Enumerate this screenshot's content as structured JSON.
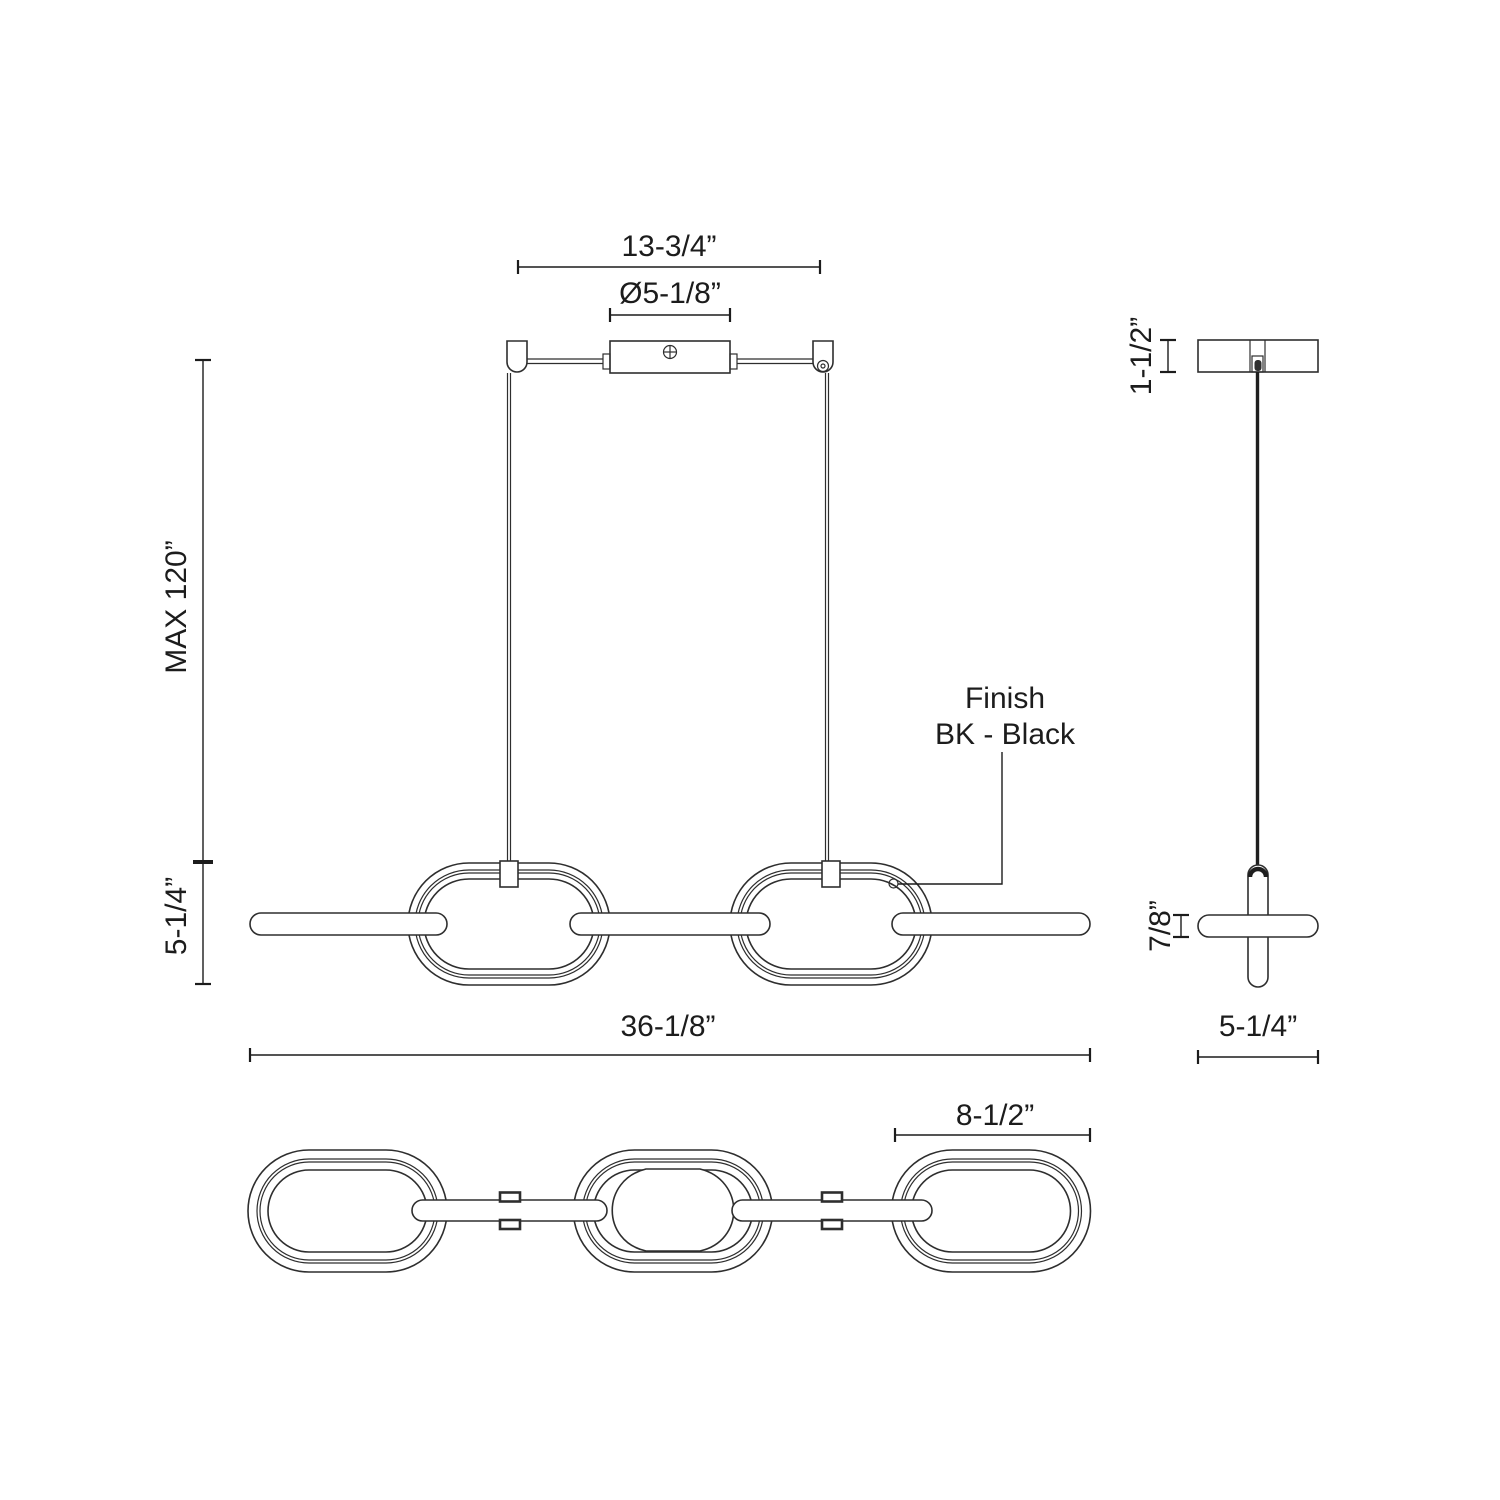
{
  "meta": {
    "title": "Linear chain-link pendant — dimension drawing",
    "views": [
      "front",
      "side",
      "plan"
    ]
  },
  "colors": {
    "background": "#ffffff",
    "line": "#2e2e2e",
    "text": "#1c1c1c"
  },
  "front_view": {
    "dim_bracket_span": "13-3/4”",
    "dim_canopy_diameter": "Ø5-1/8”",
    "dim_max_height": "MAX 120”",
    "dim_fixture_height": "5-1/4”",
    "dim_overall_length": "36-1/8”",
    "finish_note": {
      "line1": "Finish",
      "line2": "BK - Black"
    }
  },
  "side_view": {
    "dim_canopy_height": "1-1/2”",
    "dim_tube_diameter": "7/8”",
    "dim_overall_depth": "5-1/4”"
  },
  "plan_view": {
    "dim_link_length": "8-1/2”"
  }
}
